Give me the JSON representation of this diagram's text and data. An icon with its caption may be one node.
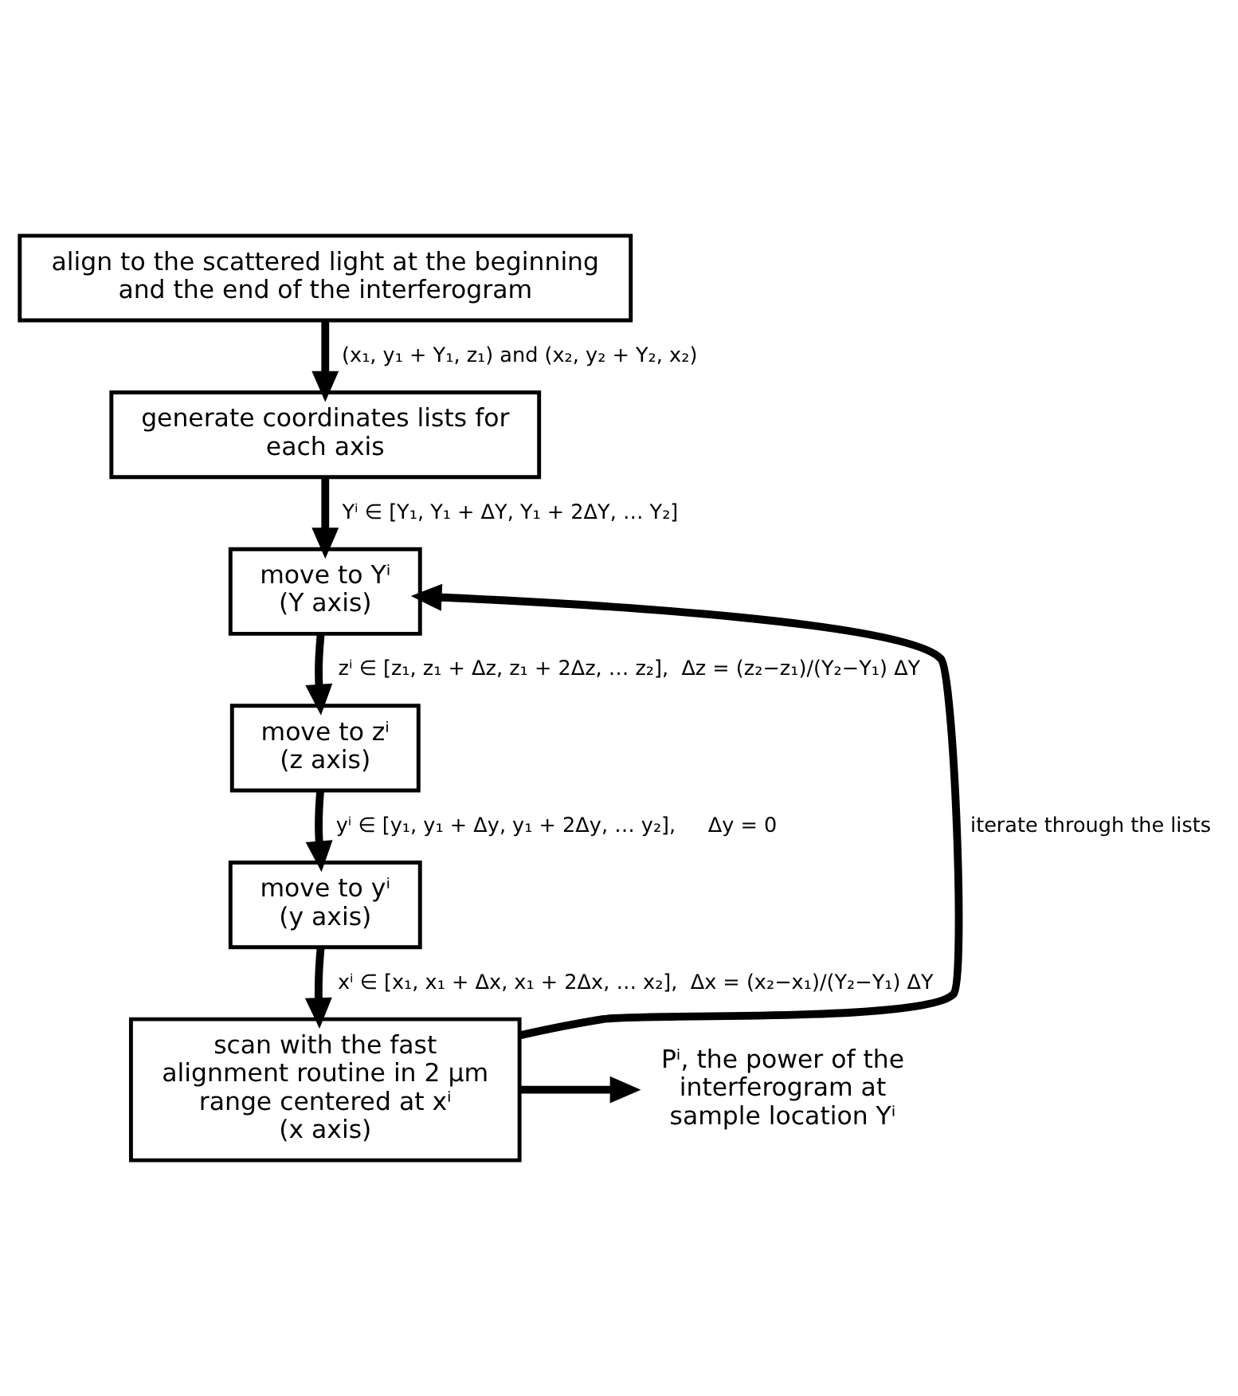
{
  "diagram": {
    "nodes": [
      {
        "text": [
          "align to the scattered light at the beginning and the end of the interferogram"
        ]
      },
      {
        "text": [
          "generate coordinates lists for each axis"
        ]
      },
      {
        "text": [
          "move to Yⁱ",
          "(Y axis)"
        ]
      },
      {
        "text": [
          "move to zⁱ",
          "(z axis)"
        ]
      },
      {
        "text": [
          "move to yⁱ",
          "(y axis)"
        ]
      },
      {
        "text": [
          "scan with the fast alignment routine in 2 μm range centered at xⁱ",
          "(x axis)"
        ]
      },
      {
        "text": [
          "Pⁱ, the power of the interferogram at sample location Yⁱ"
        ]
      }
    ],
    "edges": [
      {
        "from": 0,
        "to": 1,
        "arrow": "to",
        "label": "(x₁, y₁ + Y₁, z₁) and (x₂, y₂ + Y₂, x₂)"
      },
      {
        "from": 1,
        "to": 2,
        "arrow": "to",
        "label": "Yⁱ ∈ [Y₁, Y₁ + ΔY, Y₁ + 2ΔY, … Y₂]"
      },
      {
        "from": 2,
        "to": 3,
        "arrow": "to",
        "label": "zⁱ ∈ [z₁, z₁ + Δz, z₁ + 2Δz, … z₂],  Δz = (z₂−z₁)/(Y₂−Y₁) ΔY"
      },
      {
        "from": 3,
        "to": 4,
        "arrow": "to",
        "label": "yⁱ ∈ [y₁, y₁ + Δy, y₁ + 2Δy, … y₂],     Δy = 0"
      },
      {
        "from": 4,
        "to": 5,
        "arrow": "to",
        "label": "xⁱ ∈ [x₁, x₁ + Δx, x₁ + 2Δx, … x₂],  Δx = (x₂−x₁)/(Y₂−Y₁) ΔY"
      },
      {
        "from": 5,
        "to": 6,
        "arrow": "to"
      },
      {
        "from": 5,
        "to": 2,
        "arrow": "to",
        "label": "iterate through the lists"
      }
    ]
  }
}
